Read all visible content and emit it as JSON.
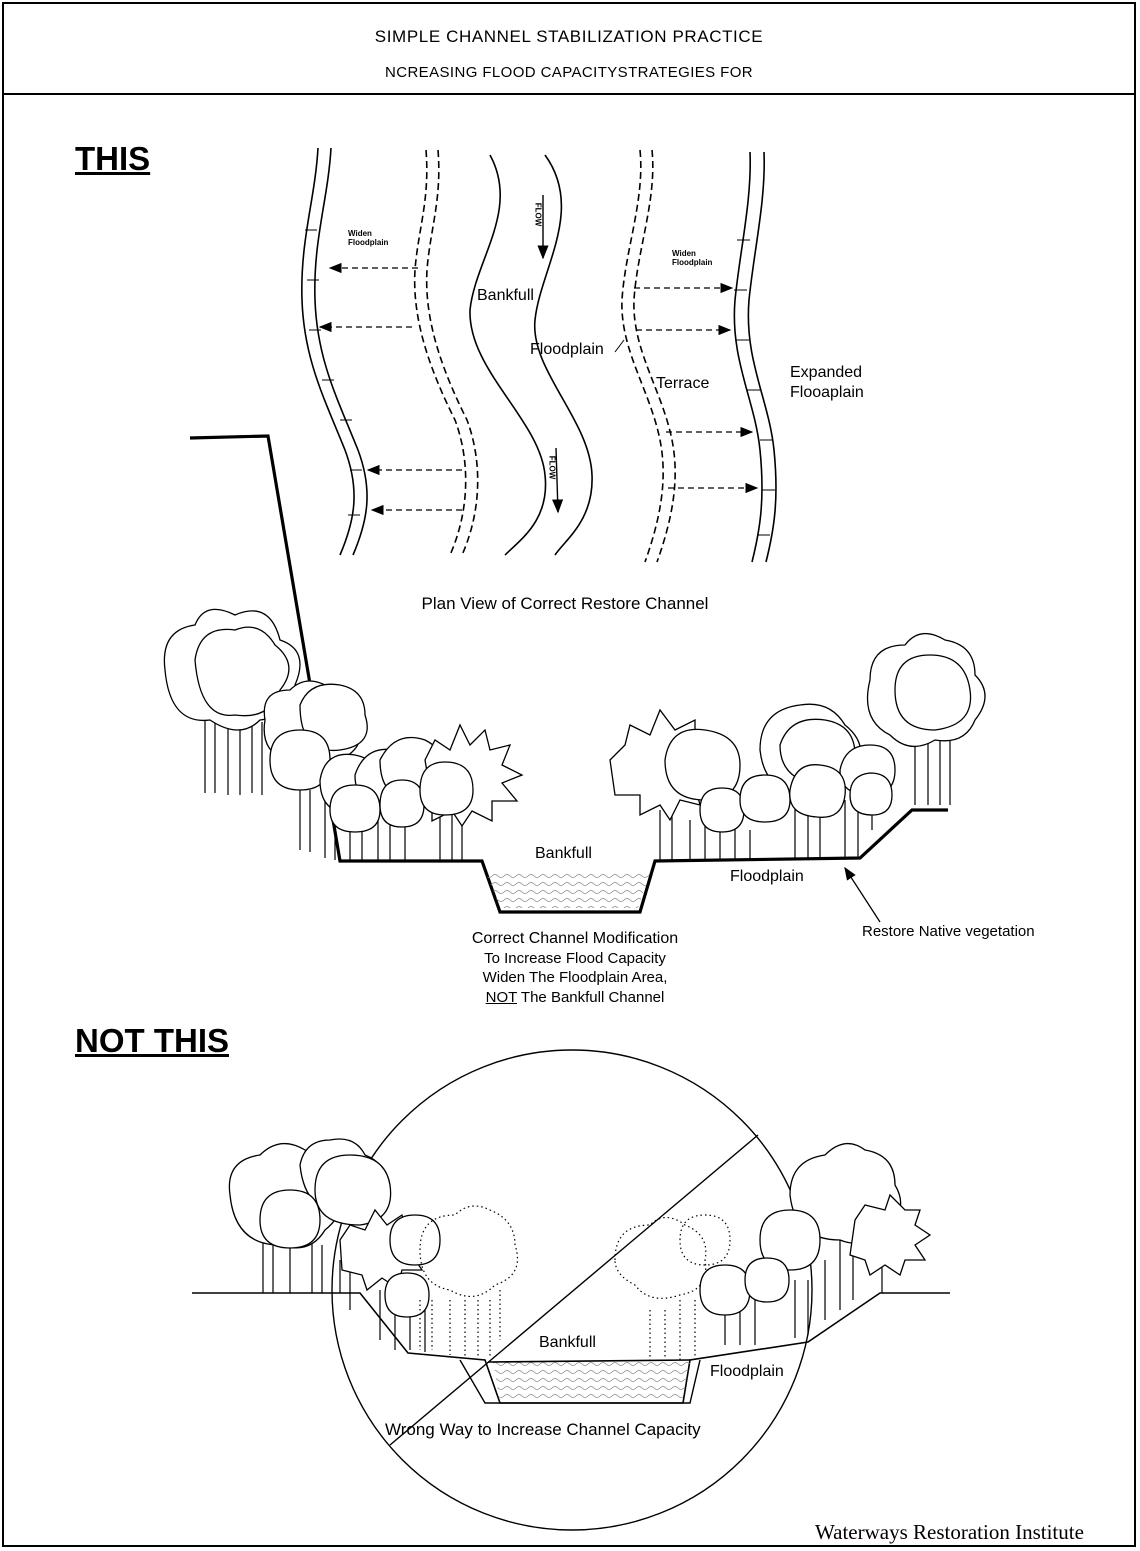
{
  "header": {
    "line1": "SIMPLE CHANNEL STABILIZATION PRACTICE",
    "line2": "NCREASING FLOOD CAPACITYSTRATEGIES FOR"
  },
  "sections": {
    "this_label": "THIS",
    "not_this_label": "NOT THIS"
  },
  "plan_view": {
    "widen_floodplain_left": "Widen\nFloodplain",
    "widen_floodplain_right": "Widen\nFloodplain",
    "bankfull": "Bankfull",
    "floodplain": "Floodplain",
    "terrace": "Terrace",
    "expanded_floodplain_1": "Expanded",
    "expanded_floodplain_2": "Flooaplain",
    "flow_top": "FLOW",
    "flow_bottom": "FLOW",
    "caption": "Plan View of Correct Restore Channel"
  },
  "correct_section": {
    "bankfull": "Bankfull",
    "floodplain": "Floodplain",
    "restore": "Restore Native vegetation",
    "caption_1": "Correct  Channel Modification",
    "caption_2": "To Increase Flood Capacity",
    "caption_3": "Widen The Floodplain Area,",
    "caption_4_not": "NOT",
    "caption_4_rest": " The Bankfull Channel"
  },
  "wrong_section": {
    "bankfull": "Bankfull",
    "floodplain": "Floodplain",
    "caption": "Wrong Way to Increase Channel Capacity"
  },
  "credit": "Waterways Restoration Institute"
}
